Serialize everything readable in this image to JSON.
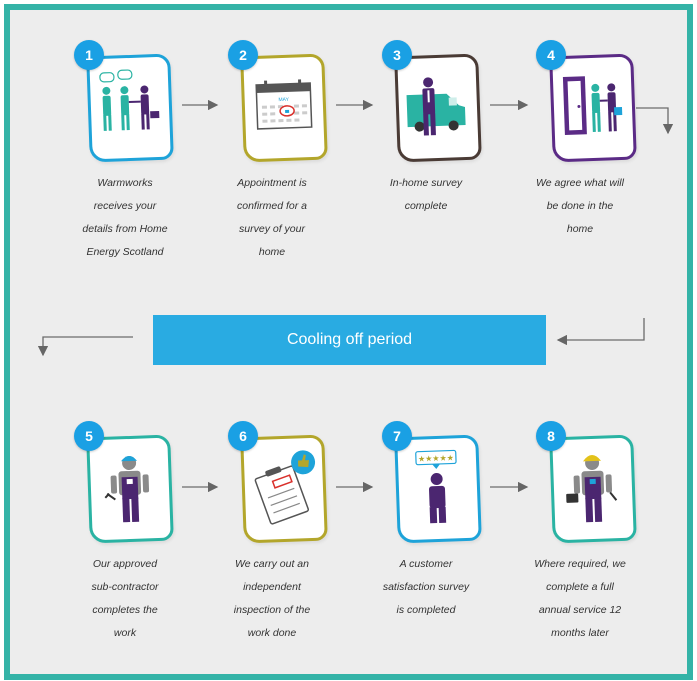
{
  "banner": {
    "label": "Cooling off period"
  },
  "colors": {
    "frame": "#34b3a7",
    "badge": "#1aa0e4",
    "banner": "#29abe2",
    "card_blue": "#1ea3d9",
    "card_olive": "#b3a62b",
    "card_dark": "#4a3b35",
    "card_purple": "#5b2b86",
    "card_teal": "#2ab3a3",
    "figure_purple": "#4b2670",
    "figure_teal": "#2ab3a3"
  },
  "steps": [
    {
      "number": "1",
      "icon": "handshake-meeting-icon",
      "caption": [
        "Warmworks",
        "receives your",
        "details from Home",
        "Energy Scotland"
      ]
    },
    {
      "number": "2",
      "icon": "calendar-appointment-icon",
      "caption": [
        "Appointment is",
        "confirmed for a",
        "survey of your",
        "home"
      ],
      "calendar_month": "MAY"
    },
    {
      "number": "3",
      "icon": "van-surveyor-icon",
      "caption": [
        "In-home survey",
        "complete"
      ]
    },
    {
      "number": "4",
      "icon": "door-agreement-icon",
      "caption": [
        "We agree what will",
        "be done in the",
        "home"
      ]
    },
    {
      "number": "5",
      "icon": "contractor-worker-icon",
      "caption": [
        "Our approved",
        "sub-contractor",
        "completes the",
        "work"
      ]
    },
    {
      "number": "6",
      "icon": "inspection-clipboard-icon",
      "caption": [
        "We carry out an",
        "independent",
        "inspection of the",
        "work done"
      ]
    },
    {
      "number": "7",
      "icon": "customer-rating-icon",
      "caption": [
        "A customer",
        "satisfaction survey",
        "is completed"
      ],
      "rating": "★★★★★"
    },
    {
      "number": "8",
      "icon": "service-engineer-icon",
      "caption": [
        "Where required, we",
        "complete a full",
        "annual service 12",
        "months later"
      ]
    }
  ]
}
